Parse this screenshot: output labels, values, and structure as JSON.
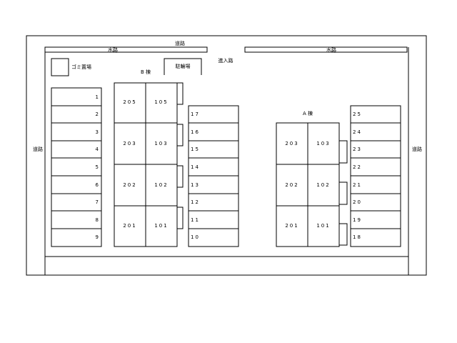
{
  "labels": {
    "road": "道路",
    "waterway": "水路",
    "garbage": "ゴミ置場",
    "parking": "駐輪場",
    "entrance": "進入路",
    "building_b": "B 棟",
    "building_a": "A 棟"
  },
  "left_lots": [
    "1",
    "2",
    "3",
    "4",
    "5",
    "6",
    "7",
    "8",
    "9"
  ],
  "mid_lots": [
    "17",
    "16",
    "15",
    "14",
    "13",
    "12",
    "11",
    "10"
  ],
  "right_lots": [
    "25",
    "24",
    "23",
    "22",
    "21",
    "20",
    "19",
    "18"
  ],
  "building_b_units": [
    {
      "left": "205",
      "right": "105"
    },
    {
      "left": "203",
      "right": "103"
    },
    {
      "left": "202",
      "right": "102"
    },
    {
      "left": "201",
      "right": "101"
    }
  ],
  "building_a_units": [
    {
      "left": "203",
      "right": "103"
    },
    {
      "left": "202",
      "right": "102"
    },
    {
      "left": "201",
      "right": "101"
    }
  ]
}
